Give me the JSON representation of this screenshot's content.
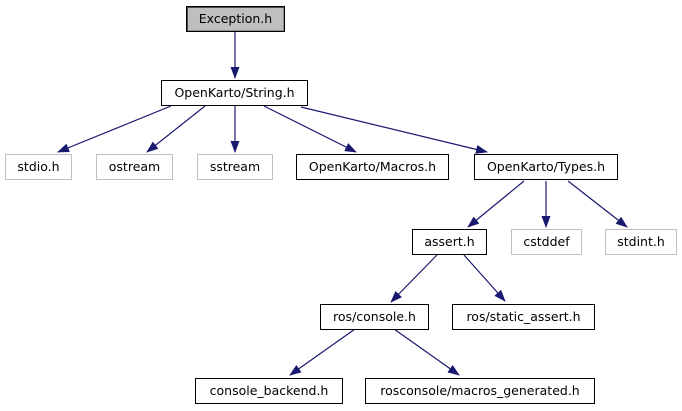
{
  "graph": {
    "description_label": "include dependency graph",
    "colors": {
      "background": "#ffffff",
      "edge": "#191970",
      "node_fill": "#ffffff",
      "current_node_fill": "#bfbfbf",
      "documented_node_border": "#000000",
      "external_node_border": "#c0c0c0",
      "text": "#000000"
    },
    "nodes": [
      {
        "id": "exception-h",
        "label": "Exception.h",
        "type": "current"
      },
      {
        "id": "openkarto-string-h",
        "label": "OpenKarto/String.h",
        "type": "documented"
      },
      {
        "id": "stdio-h",
        "label": "stdio.h",
        "type": "external"
      },
      {
        "id": "ostream",
        "label": "ostream",
        "type": "external"
      },
      {
        "id": "sstream",
        "label": "sstream",
        "type": "external"
      },
      {
        "id": "openkarto-macros-h",
        "label": "OpenKarto/Macros.h",
        "type": "documented"
      },
      {
        "id": "openkarto-types-h",
        "label": "OpenKarto/Types.h",
        "type": "documented"
      },
      {
        "id": "assert-h",
        "label": "assert.h",
        "type": "documented"
      },
      {
        "id": "cstddef",
        "label": "cstddef",
        "type": "external"
      },
      {
        "id": "stdint-h",
        "label": "stdint.h",
        "type": "external"
      },
      {
        "id": "ros-console-h",
        "label": "ros/console.h",
        "type": "documented"
      },
      {
        "id": "ros-static-assert-h",
        "label": "ros/static_assert.h",
        "type": "documented"
      },
      {
        "id": "console-backend-h",
        "label": "console_backend.h",
        "type": "documented"
      },
      {
        "id": "rosconsole-macros-generated-h",
        "label": "rosconsole/macros_generated.h",
        "type": "documented"
      }
    ],
    "edges": [
      {
        "from": "exception-h",
        "to": "openkarto-string-h",
        "points": [
          [
            235,
            32
          ],
          [
            235,
            78
          ]
        ]
      },
      {
        "from": "openkarto-string-h",
        "to": "stdio-h",
        "points": [
          [
            171,
            106
          ],
          [
            58,
            152
          ]
        ]
      },
      {
        "from": "openkarto-string-h",
        "to": "ostream",
        "points": [
          [
            205,
            106
          ],
          [
            147,
            152
          ]
        ]
      },
      {
        "from": "openkarto-string-h",
        "to": "sstream",
        "points": [
          [
            235,
            106
          ],
          [
            235,
            152
          ]
        ]
      },
      {
        "from": "openkarto-string-h",
        "to": "openkarto-macros-h",
        "points": [
          [
            264,
            106
          ],
          [
            356,
            152
          ]
        ]
      },
      {
        "from": "openkarto-string-h",
        "to": "openkarto-types-h",
        "points": [
          [
            301,
            107
          ],
          [
            487,
            152
          ]
        ]
      },
      {
        "from": "openkarto-types-h",
        "to": "assert-h",
        "points": [
          [
            524,
            181
          ],
          [
            468,
            227
          ]
        ]
      },
      {
        "from": "openkarto-types-h",
        "to": "cstddef",
        "points": [
          [
            546,
            181
          ],
          [
            546,
            227
          ]
        ]
      },
      {
        "from": "openkarto-types-h",
        "to": "stdint-h",
        "points": [
          [
            568,
            181
          ],
          [
            627,
            227
          ]
        ]
      },
      {
        "from": "assert-h",
        "to": "ros-console-h",
        "points": [
          [
            437,
            255
          ],
          [
            391,
            302
          ]
        ]
      },
      {
        "from": "assert-h",
        "to": "ros-static-assert-h",
        "points": [
          [
            464,
            255
          ],
          [
            505,
            301
          ]
        ]
      },
      {
        "from": "ros-console-h",
        "to": "console-backend-h",
        "points": [
          [
            355,
            329
          ],
          [
            290,
            375
          ]
        ]
      },
      {
        "from": "ros-console-h",
        "to": "rosconsole-macros-generated-h",
        "points": [
          [
            394,
            329
          ],
          [
            459,
            375
          ]
        ]
      }
    ]
  }
}
